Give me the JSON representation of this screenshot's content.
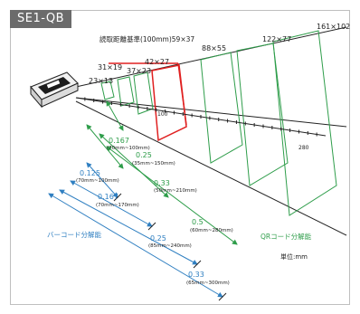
{
  "model": "SE1-QB",
  "reference_label": "読取距離基準(100mm)59×37",
  "field_sizes": [
    "23×13",
    "31×19",
    "37×23",
    "42×27",
    "88×55",
    "122×77",
    "161×102"
  ],
  "distance_ticks": [
    "100",
    "280"
  ],
  "qr_resolution": {
    "title": "QRコード分解能",
    "items": [
      {
        "value": "0.167",
        "range": "(70mm~100mm)"
      },
      {
        "value": "0.25",
        "range": "(35mm~150mm)"
      },
      {
        "value": "0.33",
        "range": "(50mm~210mm)"
      },
      {
        "value": "0.5",
        "range": "(60mm~280mm)"
      }
    ]
  },
  "barcode_resolution": {
    "title": "バーコード分解能",
    "items": [
      {
        "value": "0.125",
        "range": "(70mm~100mm)"
      },
      {
        "value": "0.167",
        "range": "(70mm~170mm)"
      },
      {
        "value": "0.25",
        "range": "(85mm~240mm)"
      },
      {
        "value": "0.33",
        "range": "(65mm~300mm)"
      }
    ]
  },
  "unit_label": "単位:mm",
  "colors": {
    "qr": "#2e9d4a",
    "barcode": "#2f7fc1",
    "reference": "#e02020",
    "axis": "#222222"
  }
}
